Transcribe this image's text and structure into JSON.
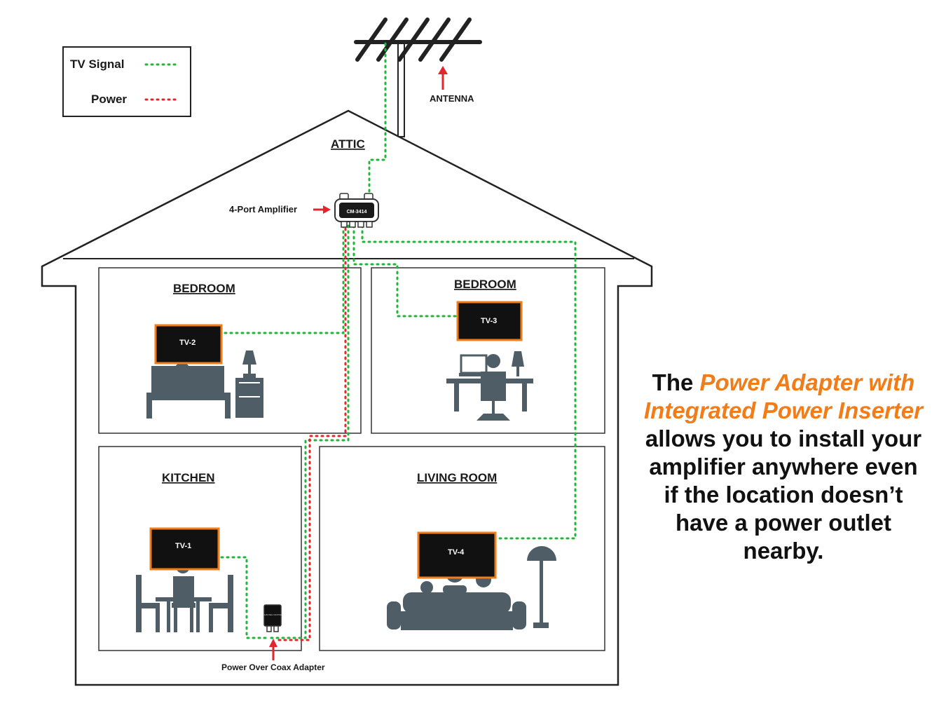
{
  "legend": {
    "tv_signal_label": "TV Signal",
    "power_label": "Power"
  },
  "labels": {
    "antenna": "ANTENNA",
    "attic": "ATTIC",
    "amplifier": "4-Port Amplifier",
    "amplifier_model": "CM-3414",
    "adapter": "Power Over Coax Adapter",
    "adapter_device_text": "CHANNEL MASTER"
  },
  "rooms": [
    {
      "name": "BEDROOM",
      "tv": "TV-2"
    },
    {
      "name": "BEDROOM",
      "tv": "TV-3"
    },
    {
      "name": "KITCHEN",
      "tv": "TV-1"
    },
    {
      "name": "LIVING ROOM",
      "tv": "TV-4"
    }
  ],
  "caption": {
    "pre": "The ",
    "highlight": "Power Adapter with Integrated Power Inserter",
    "post": " allows you to install your amplifier anywhere even if the location doesn’t have a power outlet nearby."
  },
  "colors": {
    "tv_signal": "#1fb53a",
    "power": "#e3262b",
    "accent": "#f07c1a",
    "furniture": "#4e5d66",
    "line": "#222222"
  }
}
